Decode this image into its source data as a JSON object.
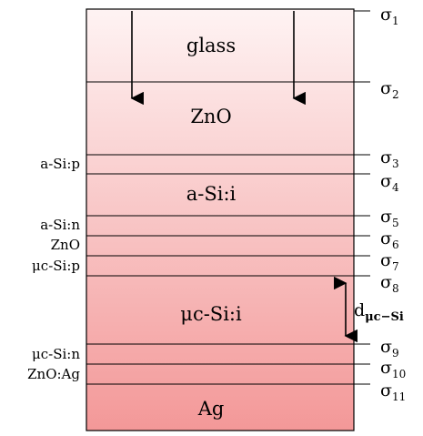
{
  "layers": [
    {
      "name": "glass"
    },
    {
      "name": "ZnO"
    },
    {
      "name": "a-Si:p"
    },
    {
      "name": "a-Si:i"
    },
    {
      "name": "a-Si:n"
    },
    {
      "name": "ZnO"
    },
    {
      "name": "μc-Si:p"
    },
    {
      "name": "μc-Si:i"
    },
    {
      "name": "μc-Si:n"
    },
    {
      "name": "ZnO:Ag"
    },
    {
      "name": "Ag"
    }
  ],
  "interfaces": [
    {
      "symbol": "σ",
      "sub": "1"
    },
    {
      "symbol": "σ",
      "sub": "2"
    },
    {
      "symbol": "σ",
      "sub": "3"
    },
    {
      "symbol": "σ",
      "sub": "4"
    },
    {
      "symbol": "σ",
      "sub": "5"
    },
    {
      "symbol": "σ",
      "sub": "6"
    },
    {
      "symbol": "σ",
      "sub": "7"
    },
    {
      "symbol": "σ",
      "sub": "8"
    },
    {
      "symbol": "σ",
      "sub": "9"
    },
    {
      "symbol": "σ",
      "sub": "10"
    },
    {
      "symbol": "σ",
      "sub": "11"
    }
  ],
  "thickness": {
    "symbol": "d",
    "sub": "μc−Si"
  },
  "colors": {
    "gradient_top": "#fef3f3",
    "gradient_bottom": "#f39898",
    "line": "#000000"
  }
}
